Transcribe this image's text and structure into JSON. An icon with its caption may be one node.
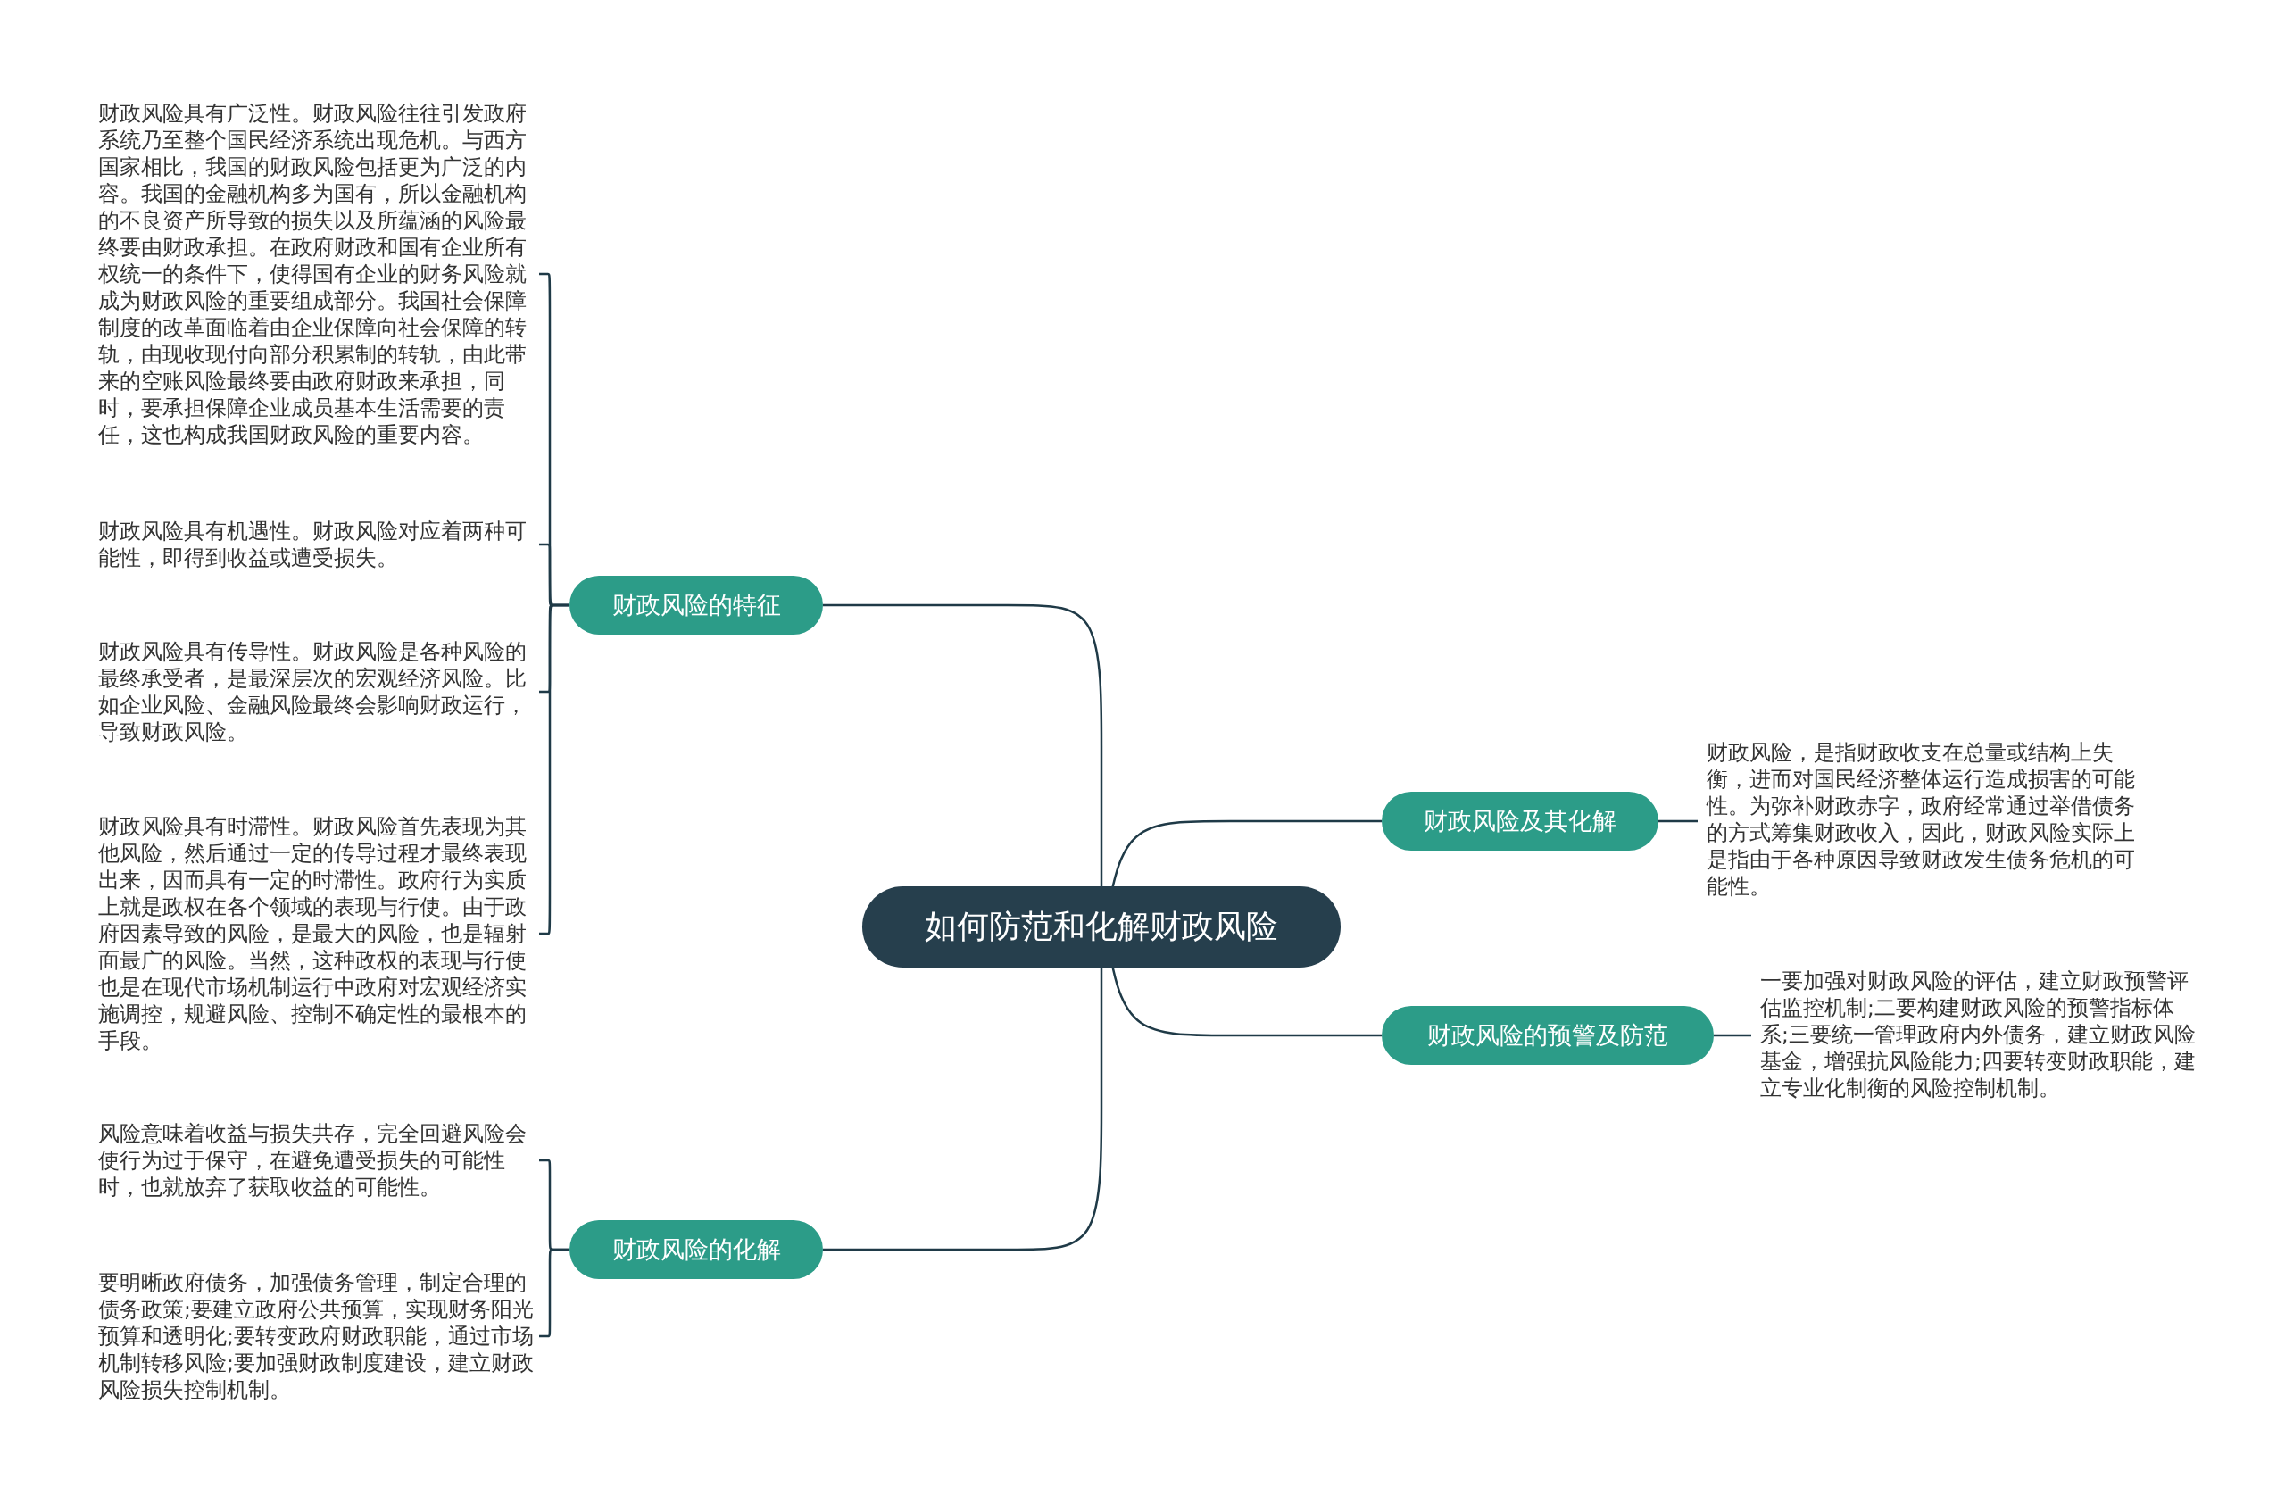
{
  "diagram": {
    "nodes": [
      {
        "text": [
          "如何防范和化解财政风险"
        ]
      },
      {
        "text": [
          "财政风险的特征"
        ]
      },
      {
        "text": [
          "财政风险具有广泛性。财政风险往往引发政府系统乃至整个国民经济系统出现危机。与西方国家相比，我国的财政风险包括更为广泛的内容。我国的金融机构多为国有，所以金融机构的不良资产所导致的损失以及所蕴涵的风险最终要由财政承担。在政府财政和国有企业所有权统一的条件下，使得国有企业的财务风险就成为财政风险的重要组成部分。我国社会保障制度的改革面临着由企业保障向社会保障的转轨，由现收现付向部分积累制的转轨，由此带来的空账风险最终要由政府财政来承担，同时，要承担保障企业成员基本生活需要的责任，这也构成我国财政风险的重要内容。"
        ]
      },
      {
        "text": [
          "财政风险具有机遇性。财政风险对应着两种可能性，即得到收益或遭受损失。"
        ]
      },
      {
        "text": [
          "财政风险具有传导性。财政风险是各种风险的最终承受者，是最深层次的宏观经济风险。比如企业风险、金融风险最终会影响财政运行，导致财政风险。"
        ]
      },
      {
        "text": [
          "财政风险具有时滞性。财政风险首先表现为其他风险，然后通过一定的传导过程才最终表现出来，因而具有一定的时滞性。政府行为实质上就是政权在各个领域的表现与行使。由于政府因素导致的风险，是最大的风险，也是辐射面最广的风险。当然，这种政权的表现与行使也是在现代市场机制运行中政府对宏观经济实施调控，规避风险、控制不确定性的最根本的手段。"
        ]
      },
      {
        "text": [
          "财政风险及其化解"
        ]
      },
      {
        "text": [
          "财政风险，是指财政收支在总量或结构上失衡，进而对国民经济整体运行造成损害的可能性。为弥补财政赤字，政府经常通过举借债务的方式筹集财政收入，因此，财政风险实际上是指由于各种原因导致财政发生债务危机的可能性。"
        ]
      },
      {
        "text": [
          "财政风险的预警及防范"
        ]
      },
      {
        "text": [
          "一要加强对财政风险的评估，建立财政预警评估监控机制;二要构建财政风险的预警指标体系;三要统一管理政府内外债务，建立财政风险基金，增强抗风险能力;四要转变财政职能，建立专业化制衡的风险控制机制。"
        ]
      },
      {
        "text": [
          "财政风险的化解"
        ]
      },
      {
        "text": [
          "风险意味着收益与损失共存，完全回避风险会使行为过于保守，在避免遭受损失的可能性时，也就放弃了获取收益的可能性。"
        ]
      },
      {
        "text": [
          "要明晰政府债务，加强债务管理，制定合理的债务政策;要建立政府公共预算，实现财务阳光预算和透明化;要转变政府财政职能，通过市场机制转移风险;要加强财政制度建设，建立财政风险损失控制机制。"
        ]
      }
    ],
    "edges": [
      {
        "from": 0,
        "to": 1,
        "arrow": "none"
      },
      {
        "from": 1,
        "to": 2,
        "arrow": "none"
      },
      {
        "from": 1,
        "to": 3,
        "arrow": "none"
      },
      {
        "from": 1,
        "to": 4,
        "arrow": "none"
      },
      {
        "from": 1,
        "to": 5,
        "arrow": "none"
      },
      {
        "from": 0,
        "to": 6,
        "arrow": "none"
      },
      {
        "from": 6,
        "to": 7,
        "arrow": "none"
      },
      {
        "from": 0,
        "to": 8,
        "arrow": "none"
      },
      {
        "from": 8,
        "to": 9,
        "arrow": "none"
      },
      {
        "from": 0,
        "to": 10,
        "arrow": "none"
      },
      {
        "from": 10,
        "to": 11,
        "arrow": "none"
      },
      {
        "from": 10,
        "to": 12,
        "arrow": "none"
      }
    ]
  }
}
